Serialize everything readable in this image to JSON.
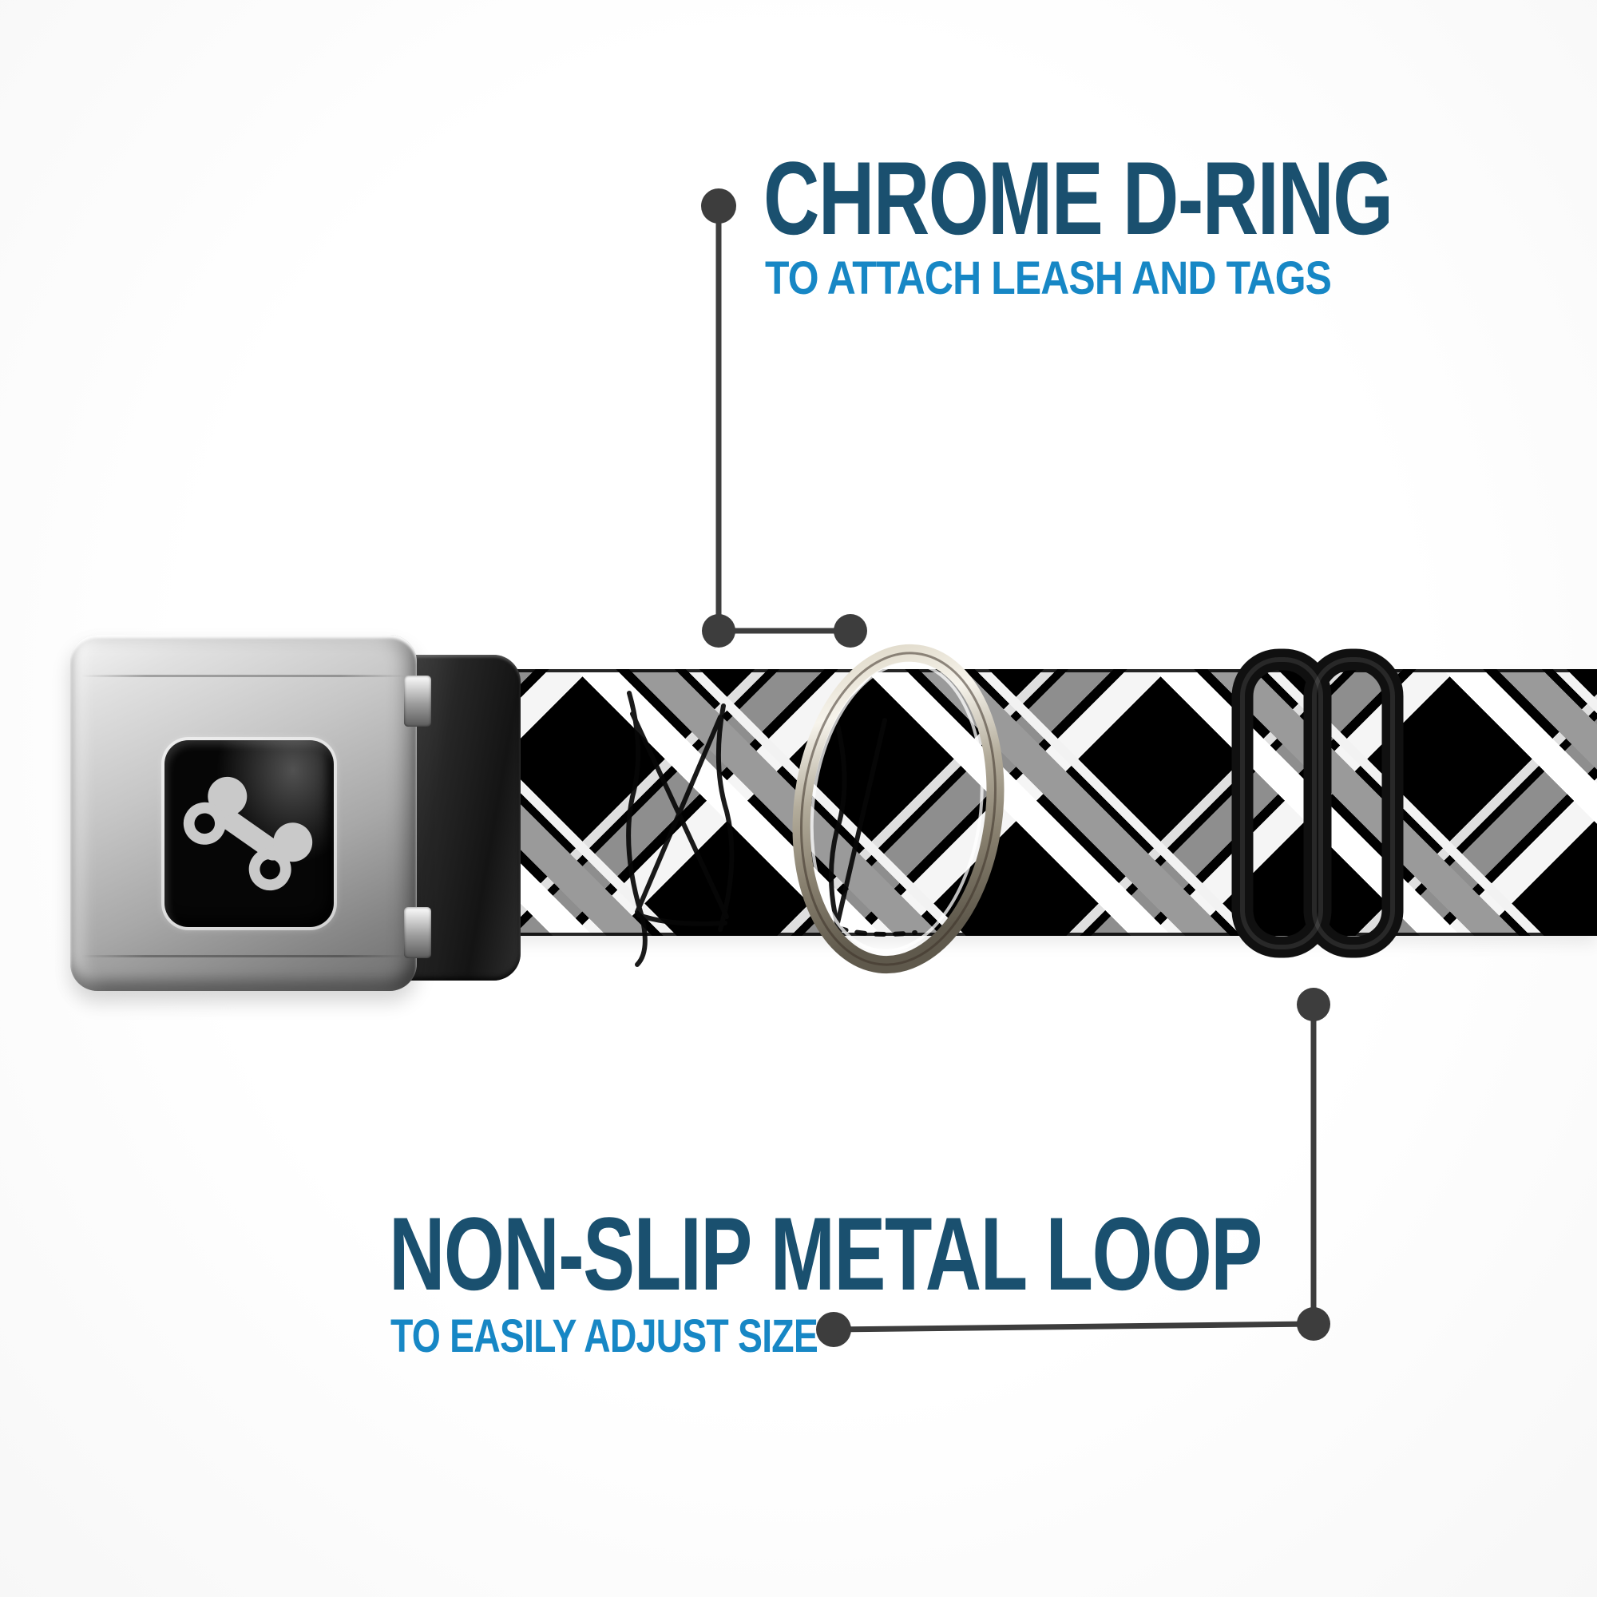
{
  "scene": {
    "background": "#ffffff",
    "description": "annotated product image of a dog collar with seatbelt-style buckle and black/white plaid strap"
  },
  "callouts": {
    "line_color": "#3d3d3d",
    "top": {
      "title": "CHROME D-RING",
      "subtitle": "TO ATTACH LEASH AND TAGS"
    },
    "bottom": {
      "title": "NON-SLIP METAL LOOP",
      "subtitle": "TO EASILY ADJUST SIZE"
    }
  },
  "text_colors": {
    "title": "#1a506f",
    "subtitle": "#1787c5"
  },
  "parts": {
    "buckle": {
      "icon": "seatbelt-buckle",
      "finish": "brushed silver",
      "body_color": "#b9b9b9",
      "window_color": "#060606"
    },
    "bone": {
      "icon": "dog-bone-icon",
      "color": "#c9c9c9"
    },
    "strap": {
      "icon": "plaid-strap",
      "pattern": "diagonal plaid",
      "colors": [
        "#000000",
        "#ffffff",
        "#9a9a9a"
      ]
    },
    "d_ring": {
      "icon": "chrome-d-ring",
      "finish": "chrome",
      "color": "#cfc8b6"
    },
    "slider": {
      "icon": "metal-loop-slider",
      "color": "#141414"
    }
  }
}
